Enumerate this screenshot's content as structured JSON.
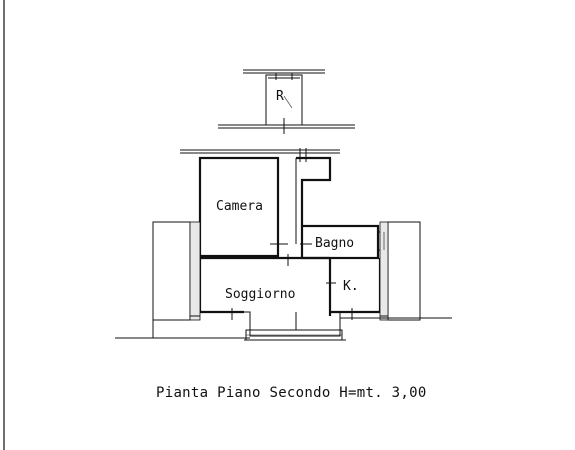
{
  "plan": {
    "rooms": {
      "ripostiglio": "R",
      "camera": "Camera",
      "bagno": "Bagno",
      "soggiorno": "Soggiorno",
      "cucina": "K."
    },
    "caption": "Pianta Piano Secondo H=mt. 3,00"
  },
  "colors": {
    "ink": "#111111",
    "paper": "#ffffff"
  }
}
